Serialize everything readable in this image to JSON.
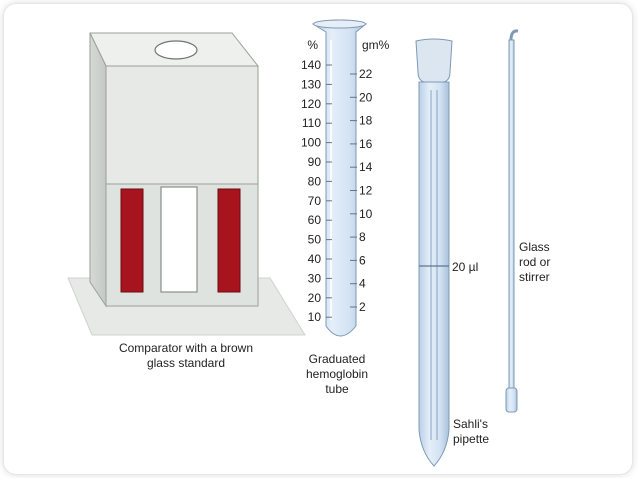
{
  "comparator": {
    "caption_line1": "Comparator with a brown",
    "caption_line2": "glass standard"
  },
  "hb_tube": {
    "left_unit": "%",
    "right_unit": "gm%",
    "percent_scale": [
      "140",
      "130",
      "120",
      "110",
      "100",
      "90",
      "80",
      "70",
      "60",
      "50",
      "40",
      "30",
      "20",
      "10"
    ],
    "gm_scale": [
      "22",
      "20",
      "18",
      "16",
      "14",
      "12",
      "10",
      "8",
      "6",
      "4",
      "2"
    ],
    "caption_line1": "Graduated",
    "caption_line2": "hemoglobin",
    "caption_line3": "tube"
  },
  "pipette": {
    "mark_label": "20 µl",
    "caption_line1": "Sahli's",
    "caption_line2": "pipette"
  },
  "rod": {
    "caption_line1": "Glass",
    "caption_line2": "rod or",
    "caption_line3": "stirrer"
  },
  "colors": {
    "standard_red": "#a8141e",
    "glass_blue": "#cfe0f2",
    "glass_outline": "#7f98b3",
    "frosted_panel": "#e9ecea"
  }
}
